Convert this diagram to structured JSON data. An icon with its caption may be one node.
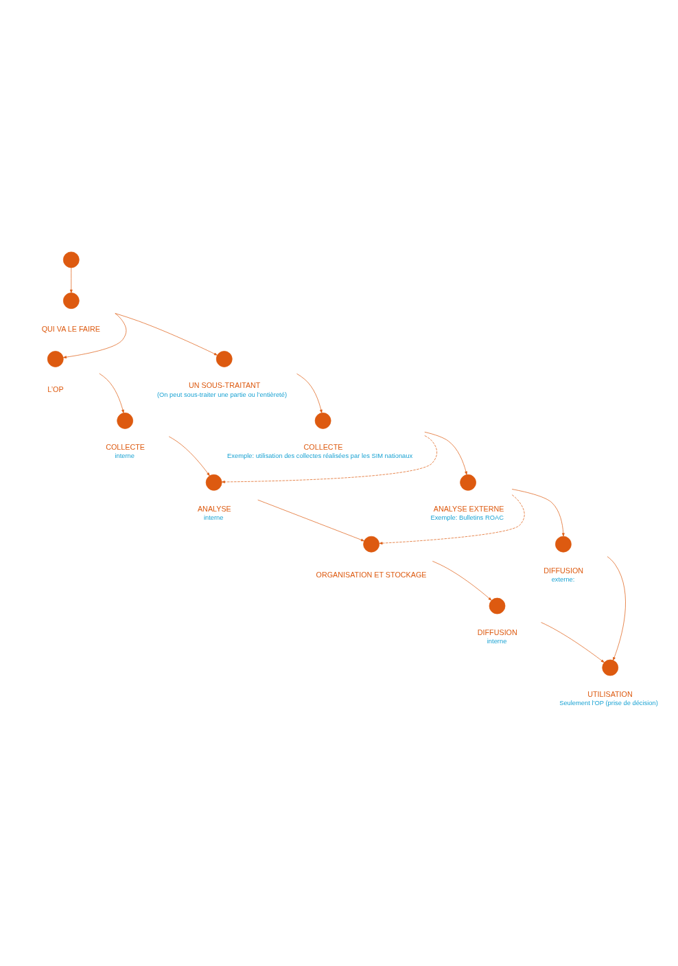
{
  "diagram": {
    "nodes": [
      {
        "text": [],
        "shape": "circle"
      },
      {
        "text": [],
        "shape": "circle",
        "beside": [
          "QUI VA LE FAIRE"
        ]
      },
      {
        "text": [],
        "shape": "circle",
        "beside": [
          "L’OP"
        ]
      },
      {
        "text": [],
        "shape": "circle",
        "beside": [
          "UN SOUS-TRAITANT",
          "(On peut sous-traiter une partie ou l’entièreté)"
        ]
      },
      {
        "text": [],
        "shape": "circle",
        "beside": [
          "COLLECTE",
          "interne"
        ]
      },
      {
        "text": [],
        "shape": "circle",
        "beside": [
          "COLLECTE",
          "Exemple: utilisation des collectes réalisées par les SIM nationaux"
        ]
      },
      {
        "text": [],
        "shape": "circle",
        "beside": [
          "ANALYSE",
          "interne"
        ]
      },
      {
        "text": [],
        "shape": "circle",
        "beside": [
          "ANALYSE EXTERNE",
          "Exemple: Bulletins ROAC"
        ]
      },
      {
        "text": [],
        "shape": "circle",
        "beside": [
          "ORGANISATION ET STOCKAGE"
        ]
      },
      {
        "text": [],
        "shape": "circle",
        "beside": [
          "DIFFUSION",
          "interne"
        ]
      },
      {
        "text": [],
        "shape": "circle",
        "beside": [
          "DIFFUSION",
          "externe:"
        ]
      },
      {
        "text": [],
        "shape": "circle",
        "beside": [
          "UTILISATION",
          "Seulement l’OP (prise de décision)"
        ]
      }
    ],
    "edges": [
      {
        "from": 0,
        "to": 1,
        "arrow": "to"
      },
      {
        "from": 1,
        "to": 2,
        "arrow": "to"
      },
      {
        "from": 1,
        "to": 3,
        "arrow": "to"
      },
      {
        "from": 2,
        "to": 4,
        "arrow": "to"
      },
      {
        "from": 3,
        "to": 5,
        "arrow": "to"
      },
      {
        "from": 4,
        "to": 6,
        "arrow": "to"
      },
      {
        "from": 5,
        "to": 7,
        "arrow": "to"
      },
      {
        "from": 5,
        "to": 6,
        "arrow": "to",
        "style": "dashed"
      },
      {
        "from": 6,
        "to": 8,
        "arrow": "to"
      },
      {
        "from": 7,
        "to": 8,
        "arrow": "to",
        "style": "dashed"
      },
      {
        "from": 8,
        "to": 9,
        "arrow": "to"
      },
      {
        "from": 7,
        "to": 10,
        "arrow": "to"
      },
      {
        "from": 9,
        "to": 11,
        "arrow": "to"
      },
      {
        "from": 10,
        "to": 11,
        "arrow": "to"
      }
    ]
  }
}
